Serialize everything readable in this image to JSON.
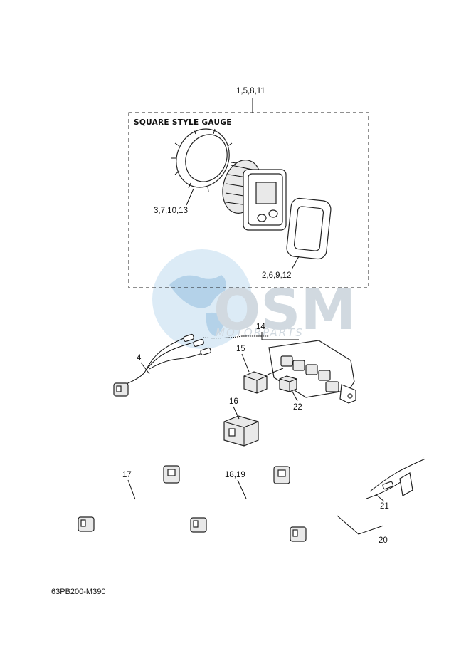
{
  "header": {
    "title": "SQUARE STYLE GAUGE"
  },
  "callouts": {
    "gauge_kit": "1,5,8,11",
    "ring_nut": "3,7,10,13",
    "gasket": "2,6,9,12",
    "harness_4": "4",
    "junction_14": "14",
    "connector_15": "15",
    "connector_16": "16",
    "harness_17": "17",
    "harness_18_19": "18,19",
    "harness_20": "20",
    "harness_21": "21",
    "cap_22": "22"
  },
  "watermark": {
    "brand": "OSM",
    "tagline": "MOTORPARTS",
    "logo": "globe-logo"
  },
  "footer": {
    "diagram_code": "63PB200-M390"
  },
  "colors": {
    "line": "#111111",
    "watermark_blue": "#a8cbe6",
    "watermark_grey": "#c9d3db"
  }
}
